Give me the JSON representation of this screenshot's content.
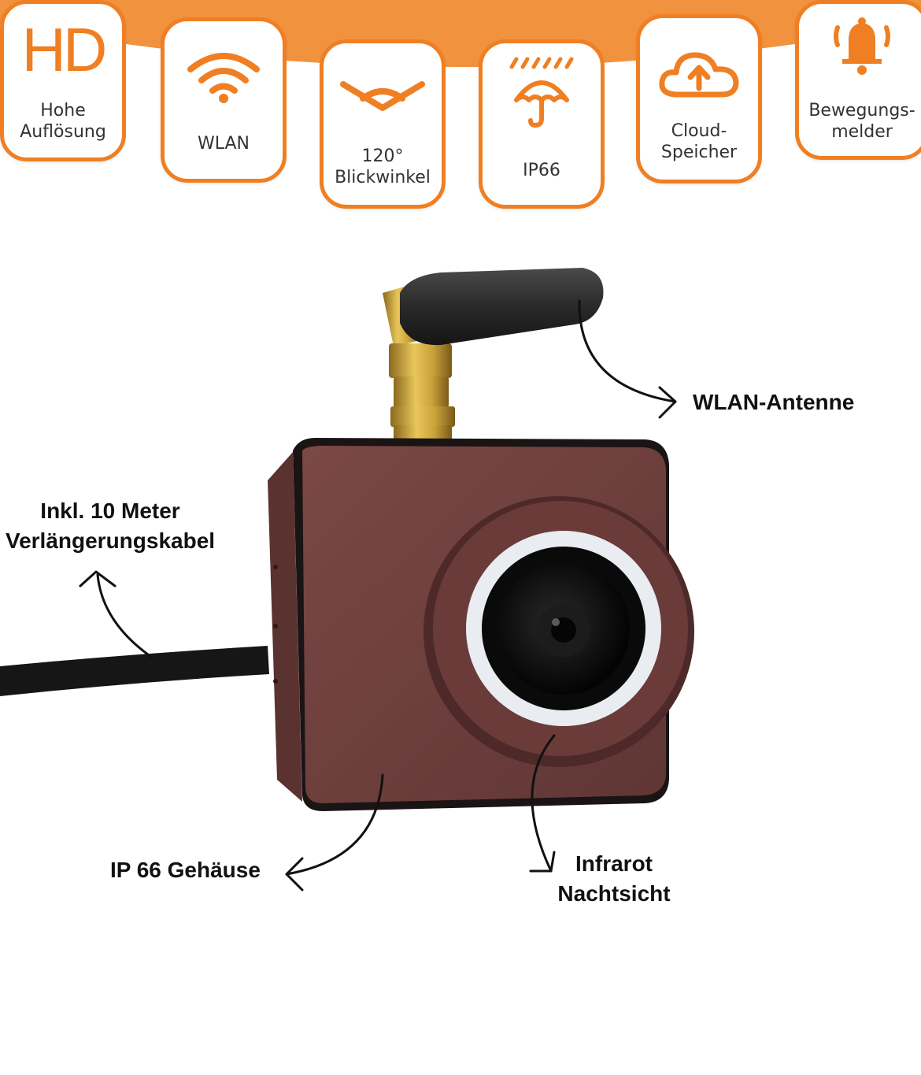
{
  "colors": {
    "accent": "#ef7f22",
    "housing": "#6e3f3d",
    "antenna": "#2d2d2d",
    "brass": "#c9a13a"
  },
  "features": [
    {
      "icon": "hd-icon",
      "icon_text": "HD",
      "label": "Hohe\nAuflösung"
    },
    {
      "icon": "wifi-icon",
      "label": "WLAN"
    },
    {
      "icon": "viewing-angle-icon",
      "label": "120°\nBlickwinkel"
    },
    {
      "icon": "umbrella-rain-icon",
      "label": "IP66"
    },
    {
      "icon": "cloud-upload-icon",
      "label": "Cloud-\nSpeicher"
    },
    {
      "icon": "bell-icon",
      "label": "Bewegungs-\nmelder"
    }
  ],
  "callouts": {
    "antenna": "WLAN-Antenne",
    "cable": "Inkl. 10 Meter\nVerlängerungskabel",
    "housing": "IP 66 Gehäuse",
    "night_vision": "Infrarot\nNachtsicht"
  }
}
